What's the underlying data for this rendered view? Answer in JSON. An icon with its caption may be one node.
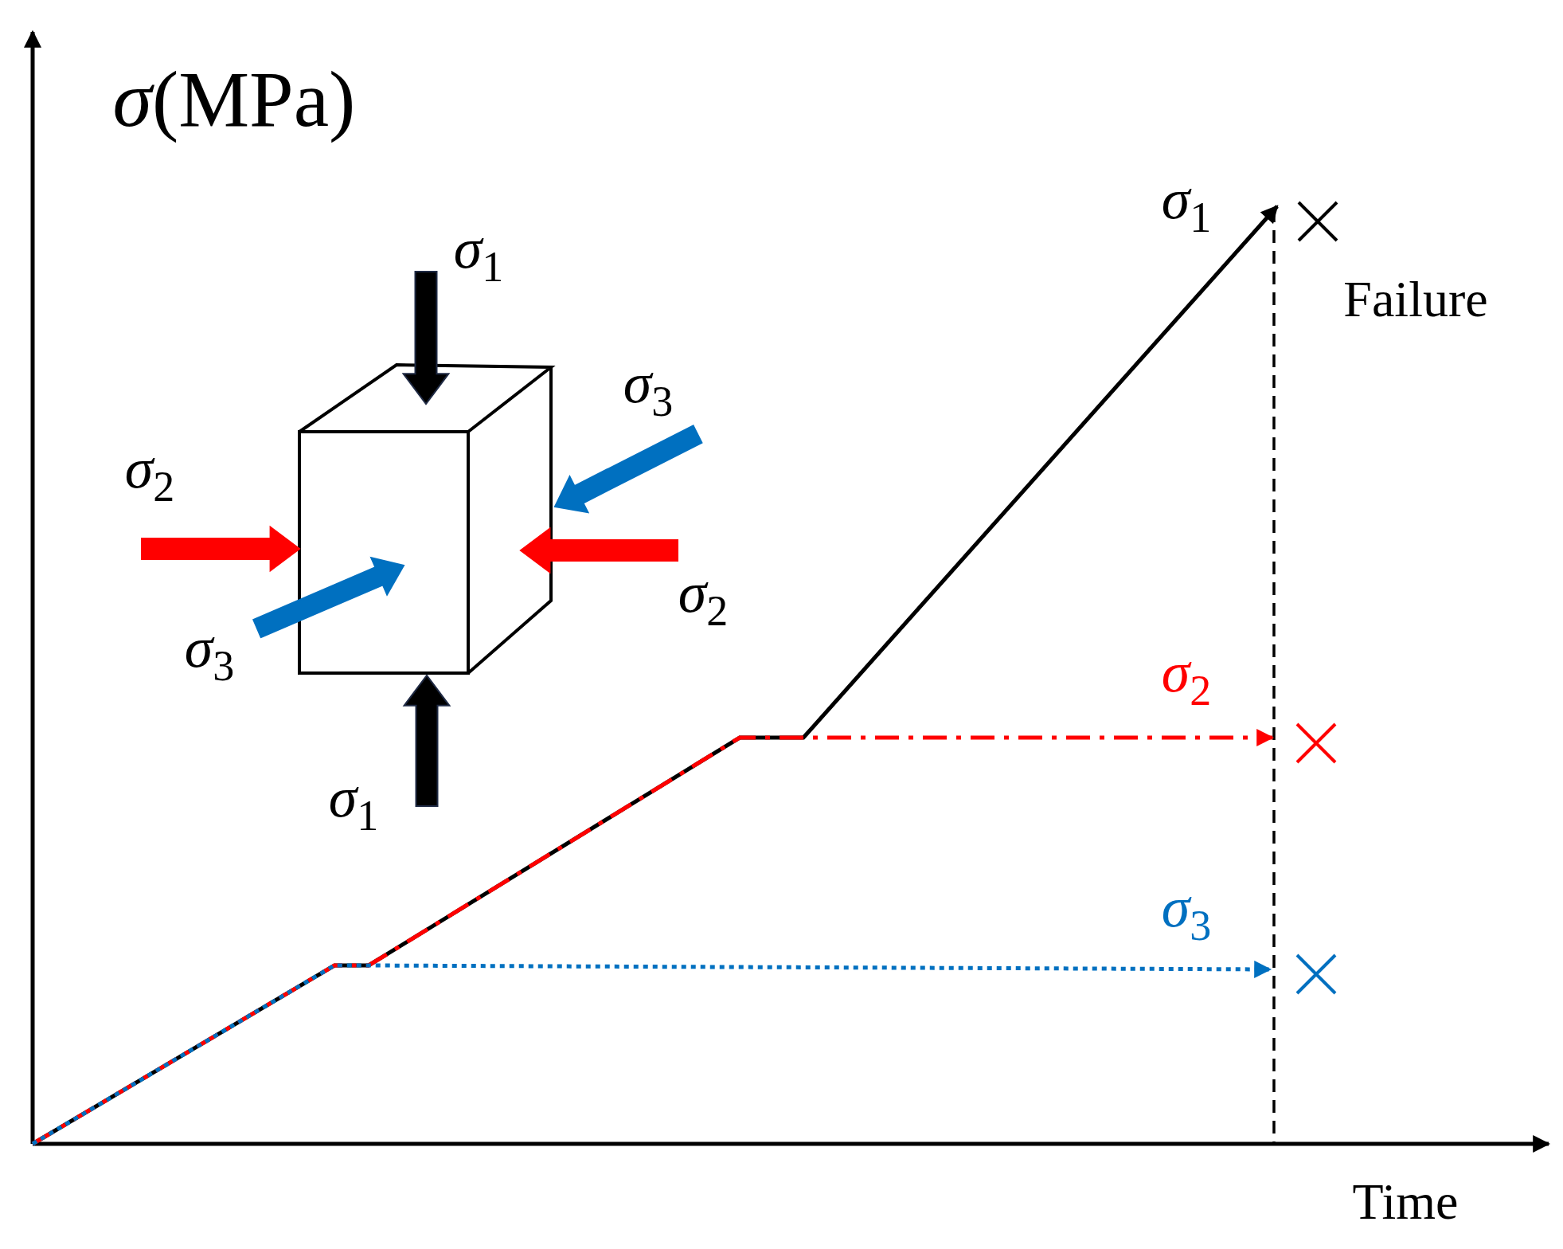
{
  "diagram": {
    "labels": [
      "*σ*(MPa)",
      "*σ*$_{1}$",
      "*σ*$_{1}$",
      "Failure",
      "*σ*$_{3}$",
      "*σ*$_{2}$",
      "*σ*$_{3}$",
      "*σ*$_{2}$",
      "*σ*$_{2}$",
      "*σ*$_{1}$",
      "*σ*$_{3}$",
      "Time"
    ]
  }
}
